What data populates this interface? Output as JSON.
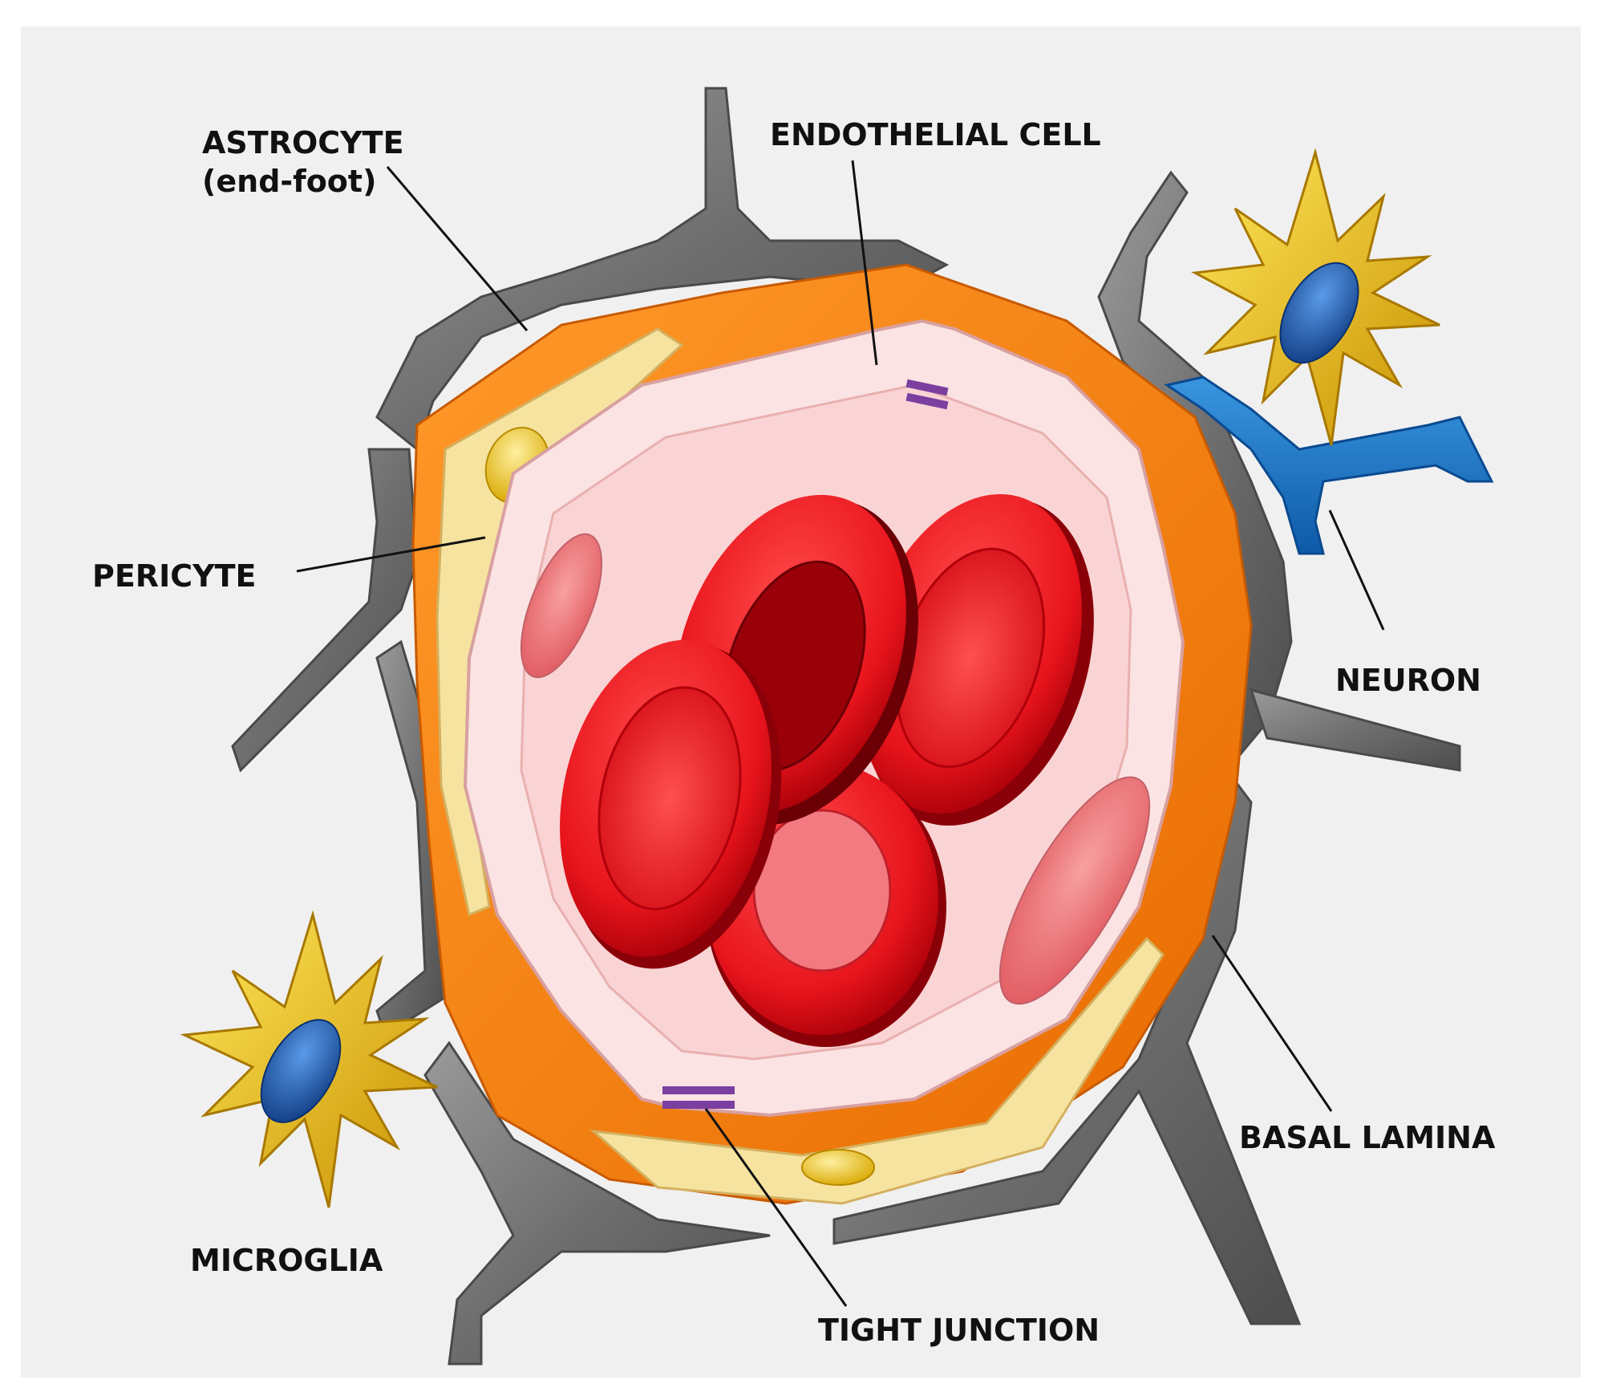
{
  "labels": {
    "astrocyte": "ASTROCYTE",
    "astrocyte_sub": "(end-foot)",
    "endothelial": "ENDOTHELIAL CELL",
    "pericyte": "PERICYTE",
    "neuron": "NEURON",
    "basal_lamina": "BASAL LAMINA",
    "microglia": "MICROGLIA",
    "tight_junction": "TIGHT JUNCTION"
  },
  "colors": {
    "background": "#f0f0f0",
    "astrocyte": "#7a7a7a",
    "basal_lamina": "#f07a10",
    "pericyte": "#f6e3a0",
    "endothelium": "#fbe3e3",
    "red_blood_cell": "#e8141c",
    "tight_junction": "#7b3fa0",
    "neuron": "#1f78c8",
    "microglia": "#f2c200",
    "nucleus": "#1d5fb0"
  }
}
